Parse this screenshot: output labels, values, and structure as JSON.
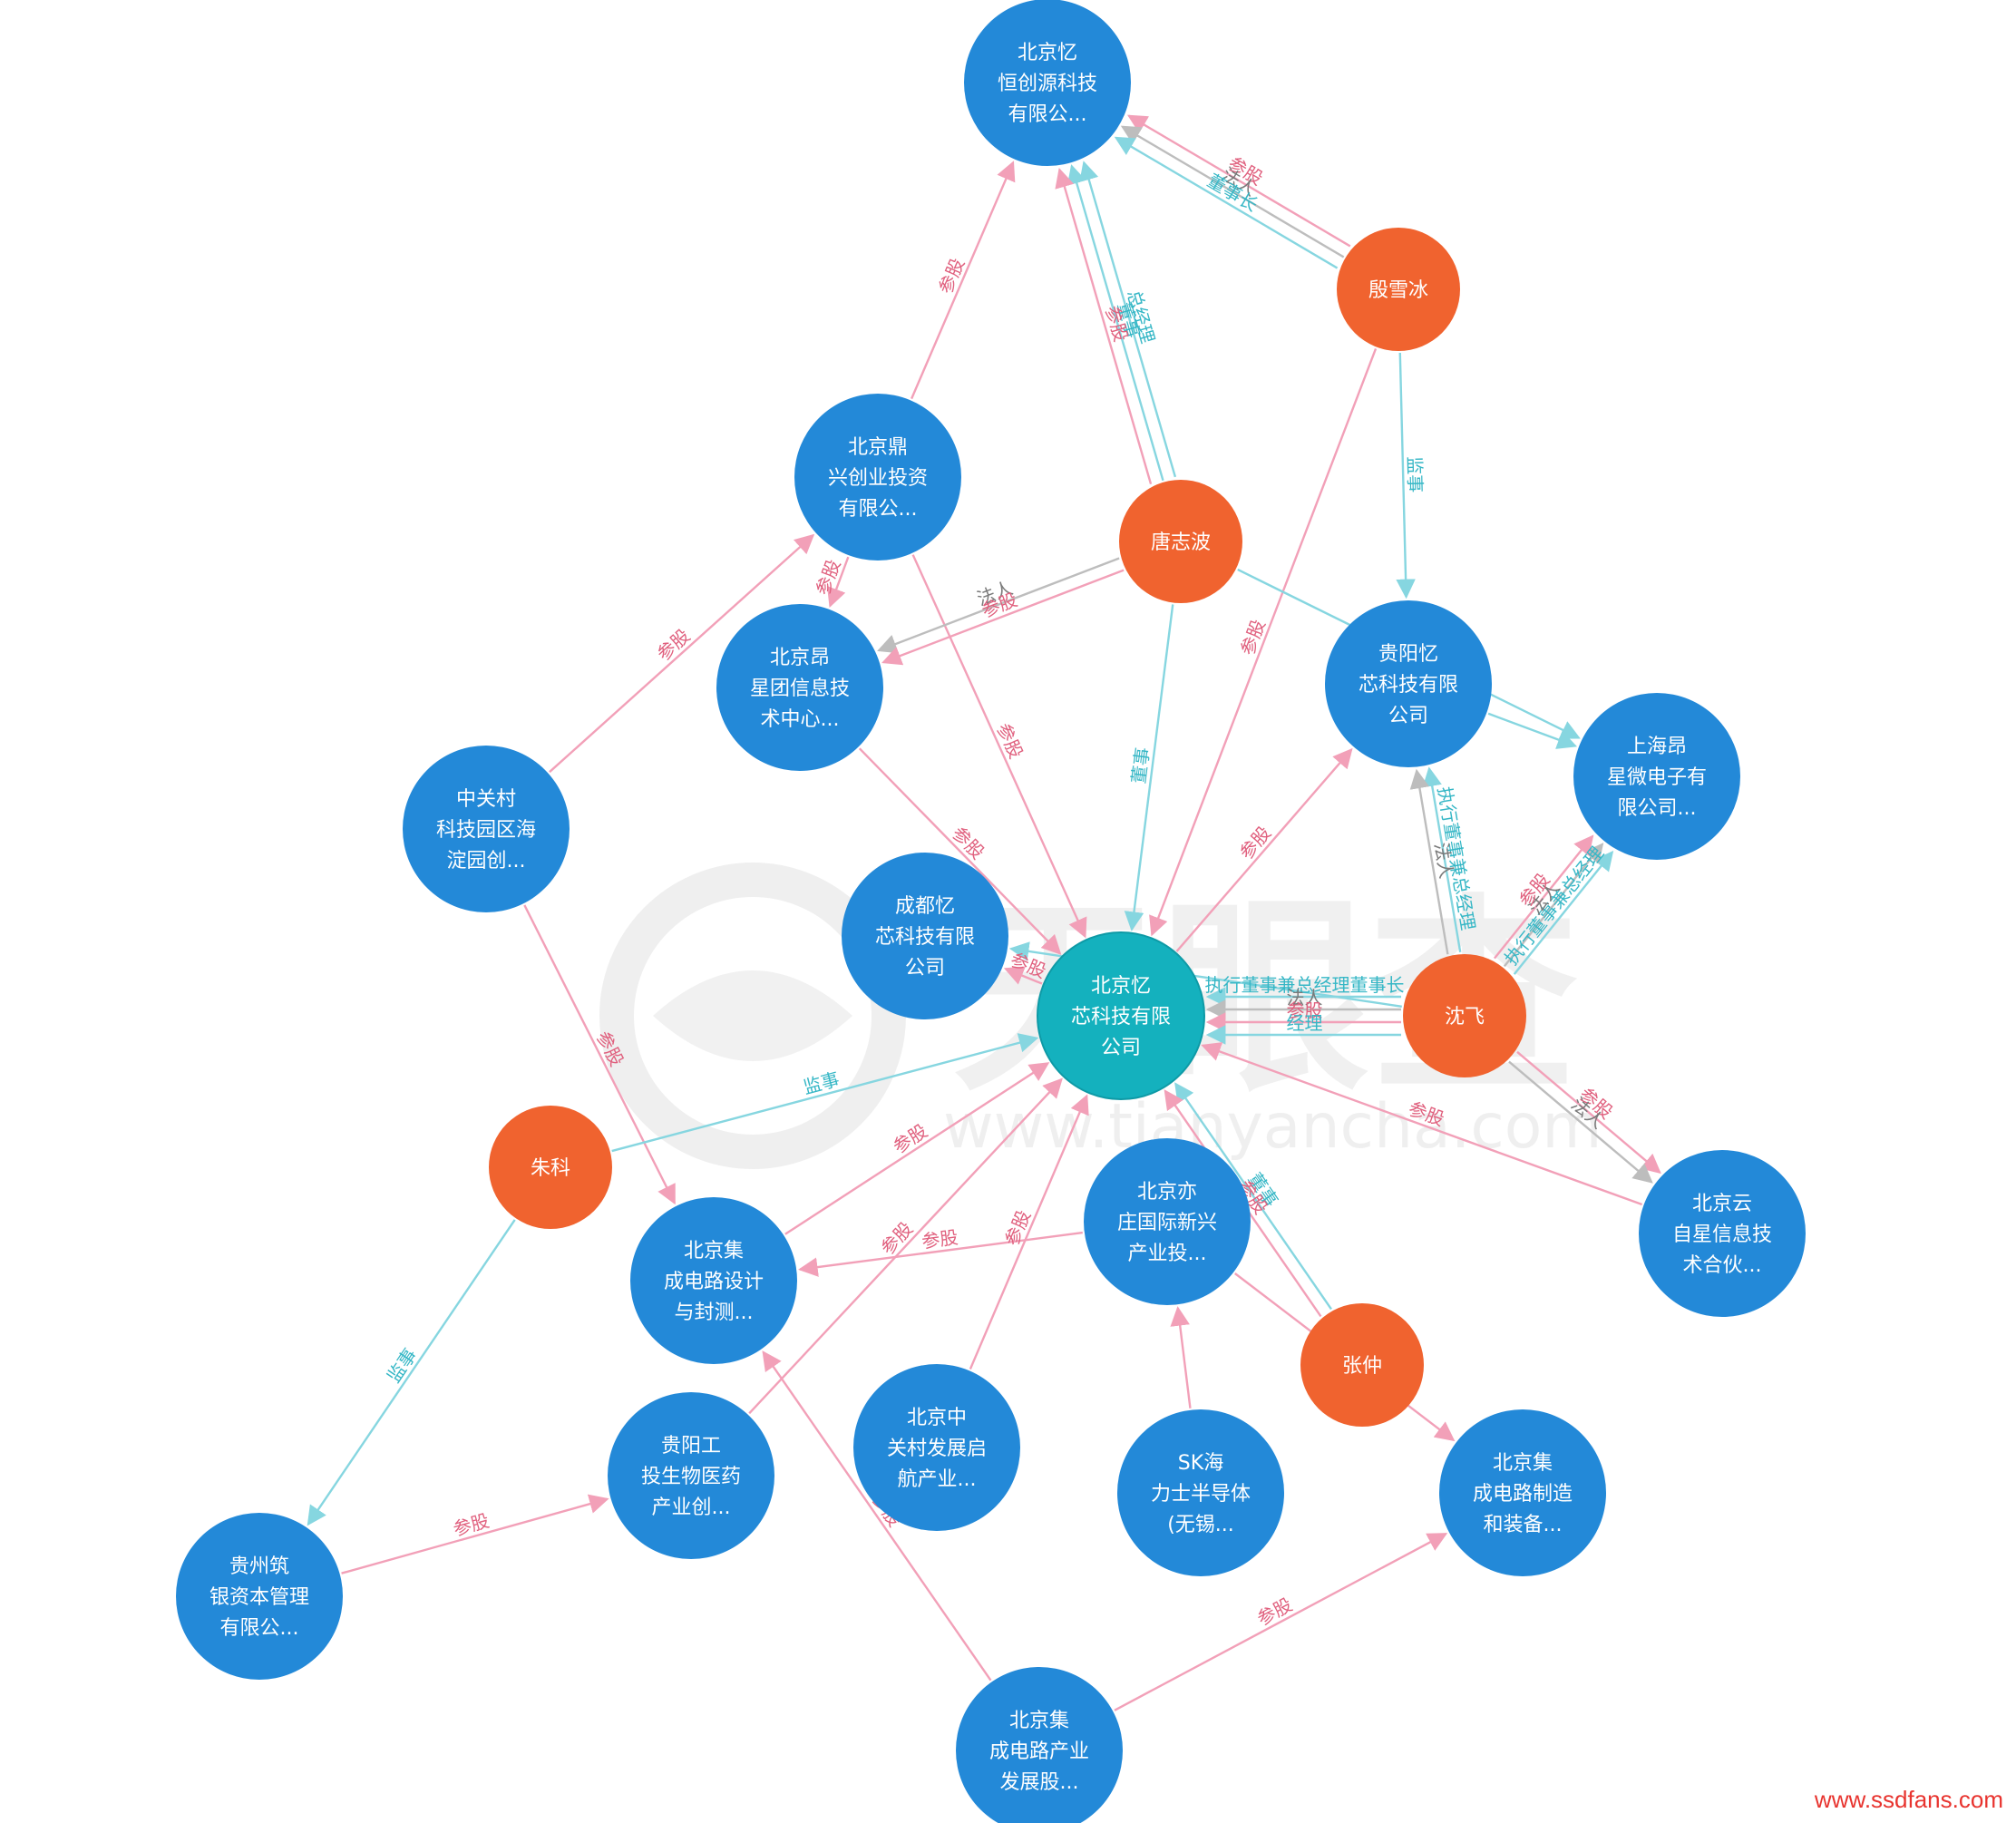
{
  "colors": {
    "company": "#2389d8",
    "person": "#f0632f",
    "focus": "#14b1be",
    "stake": "#f2a0b8",
    "stake_text": "#e0607e",
    "role": "#86d6e0",
    "role_text": "#36b7c6",
    "legal": "#bdbdbd",
    "legal_text": "#7a7a7a",
    "watermark": "#ededed"
  },
  "watermark": {
    "brand": "天眼查",
    "url": "www.tianyancha.com"
  },
  "site_mark": "www.ssdfans.com",
  "nodes": [
    {
      "id": "n_hengchuang",
      "kind": "company",
      "lines": [
        "北京忆",
        "恒创源科技",
        "有限公..."
      ]
    },
    {
      "id": "n_yin",
      "kind": "person",
      "lines": [
        "殷雪冰"
      ]
    },
    {
      "id": "n_dingxing",
      "kind": "company",
      "lines": [
        "北京鼎",
        "兴创业投资",
        "有限公..."
      ]
    },
    {
      "id": "n_tang",
      "kind": "person",
      "lines": [
        "唐志波"
      ]
    },
    {
      "id": "n_angxing",
      "kind": "company",
      "lines": [
        "北京昂",
        "星团信息技",
        "术中心..."
      ]
    },
    {
      "id": "n_guiyang",
      "kind": "company",
      "lines": [
        "贵阳忆",
        "芯科技有限",
        "公司"
      ]
    },
    {
      "id": "n_shanghai",
      "kind": "company",
      "lines": [
        "上海昂",
        "星微电子有",
        "限公司..."
      ]
    },
    {
      "id": "n_zhongguancun",
      "kind": "company",
      "lines": [
        "中关村",
        "科技园区海",
        "淀园创..."
      ]
    },
    {
      "id": "n_chengdu",
      "kind": "company",
      "lines": [
        "成都忆",
        "芯科技有限",
        "公司"
      ]
    },
    {
      "id": "n_main",
      "kind": "focus",
      "lines": [
        "北京忆",
        "芯科技有限",
        "公司"
      ]
    },
    {
      "id": "n_shen",
      "kind": "person",
      "lines": [
        "沈飞"
      ]
    },
    {
      "id": "n_zhu",
      "kind": "person",
      "lines": [
        "朱科"
      ]
    },
    {
      "id": "n_yunzixing",
      "kind": "company",
      "lines": [
        "北京云",
        "自星信息技",
        "术合伙..."
      ]
    },
    {
      "id": "n_yizhuang",
      "kind": "company",
      "lines": [
        "北京亦",
        "庄国际新兴",
        "产业投..."
      ]
    },
    {
      "id": "n_jcsj",
      "kind": "company",
      "lines": [
        "北京集",
        "成电路设计",
        "与封测..."
      ]
    },
    {
      "id": "n_zhang",
      "kind": "person",
      "lines": [
        "张仲"
      ]
    },
    {
      "id": "n_gyg",
      "kind": "company",
      "lines": [
        "贵阳工",
        "投生物医药",
        "产业创..."
      ]
    },
    {
      "id": "n_zgcqh",
      "kind": "company",
      "lines": [
        "北京中",
        "关村发展启",
        "航产业..."
      ]
    },
    {
      "id": "n_sk",
      "kind": "company",
      "lines": [
        "SK海",
        "力士半导体",
        "(无锡..."
      ]
    },
    {
      "id": "n_jczz",
      "kind": "company",
      "lines": [
        "北京集",
        "成电路制造",
        "和装备..."
      ]
    },
    {
      "id": "n_guizhou",
      "kind": "company",
      "lines": [
        "贵州筑",
        "银资本管理",
        "有限公..."
      ]
    },
    {
      "id": "n_jccy",
      "kind": "company",
      "lines": [
        "北京集",
        "成电路产业",
        "发展股..."
      ]
    }
  ],
  "edges": [
    {
      "from": "n_yin",
      "to": "n_hengchuang",
      "type": "stake",
      "label": "参股"
    },
    {
      "from": "n_yin",
      "to": "n_hengchuang",
      "type": "legal",
      "label": "法人"
    },
    {
      "from": "n_yin",
      "to": "n_hengchuang",
      "type": "role",
      "label": "董事长"
    },
    {
      "from": "n_yin",
      "to": "n_guiyang",
      "type": "role",
      "label": "监事"
    },
    {
      "from": "n_yin",
      "to": "n_main",
      "type": "stake",
      "label": "参股"
    },
    {
      "from": "n_dingxing",
      "to": "n_hengchuang",
      "type": "stake",
      "label": "参股"
    },
    {
      "from": "n_dingxing",
      "to": "n_angxing",
      "type": "stake",
      "label": "参股"
    },
    {
      "from": "n_dingxing",
      "to": "n_main",
      "type": "stake",
      "label": "参股"
    },
    {
      "from": "n_tang",
      "to": "n_hengchuang",
      "type": "role",
      "label": "总经理"
    },
    {
      "from": "n_tang",
      "to": "n_hengchuang",
      "type": "role",
      "label": "董事"
    },
    {
      "from": "n_tang",
      "to": "n_hengchuang",
      "type": "stake",
      "label": "参股"
    },
    {
      "from": "n_tang",
      "to": "n_angxing",
      "type": "legal",
      "label": "法人"
    },
    {
      "from": "n_tang",
      "to": "n_angxing",
      "type": "stake",
      "label": "参股"
    },
    {
      "from": "n_tang",
      "to": "n_main",
      "type": "role",
      "label": "董事"
    },
    {
      "from": "n_tang",
      "to": "n_shanghai",
      "type": "role",
      "label": ""
    },
    {
      "from": "n_angxing",
      "to": "n_main",
      "type": "stake",
      "label": "参股"
    },
    {
      "from": "n_zhongguancun",
      "to": "n_dingxing",
      "type": "stake",
      "label": "参股"
    },
    {
      "from": "n_zhongguancun",
      "to": "n_jcsj",
      "type": "stake",
      "label": "参股"
    },
    {
      "from": "n_main",
      "to": "n_guiyang",
      "type": "stake",
      "label": "参股"
    },
    {
      "from": "n_main",
      "to": "n_chengdu",
      "type": "stake",
      "label": "参股"
    },
    {
      "from": "n_shen",
      "to": "n_guiyang",
      "type": "role",
      "label": "执行董事兼总经理"
    },
    {
      "from": "n_shen",
      "to": "n_guiyang",
      "type": "legal",
      "label": "法人"
    },
    {
      "from": "n_shen",
      "to": "n_shanghai",
      "type": "role",
      "label": "执行董事兼总经理"
    },
    {
      "from": "n_shen",
      "to": "n_shanghai",
      "type": "legal",
      "label": "法人"
    },
    {
      "from": "n_shen",
      "to": "n_shanghai",
      "type": "stake",
      "label": "参股"
    },
    {
      "from": "n_shen",
      "to": "n_main",
      "type": "role",
      "label": "执行董事兼总经理董事长"
    },
    {
      "from": "n_shen",
      "to": "n_main",
      "type": "legal",
      "label": "法人"
    },
    {
      "from": "n_shen",
      "to": "n_main",
      "type": "stake",
      "label": "参股"
    },
    {
      "from": "n_shen",
      "to": "n_main",
      "type": "role",
      "label": "经理"
    },
    {
      "from": "n_shen",
      "to": "n_chengdu",
      "type": "role",
      "label": ""
    },
    {
      "from": "n_shen",
      "to": "n_yunzixing",
      "type": "stake",
      "label": "参股"
    },
    {
      "from": "n_shen",
      "to": "n_yunzixing",
      "type": "legal",
      "label": "法人"
    },
    {
      "from": "n_guiyang",
      "to": "n_shanghai",
      "type": "role",
      "label": ""
    },
    {
      "from": "n_yunzixing",
      "to": "n_main",
      "type": "stake",
      "label": "参股"
    },
    {
      "from": "n_zhu",
      "to": "n_main",
      "type": "role",
      "label": "监事"
    },
    {
      "from": "n_zhu",
      "to": "n_guizhou",
      "type": "role",
      "label": "监事"
    },
    {
      "from": "n_yizhuang",
      "to": "n_jcsj",
      "type": "stake",
      "label": "参股"
    },
    {
      "from": "n_yizhuang",
      "to": "n_jczz",
      "type": "stake",
      "label": ""
    },
    {
      "from": "n_sk",
      "to": "n_yizhuang",
      "type": "stake",
      "label": ""
    },
    {
      "from": "n_jcsj",
      "to": "n_main",
      "type": "stake",
      "label": "参股"
    },
    {
      "from": "n_gyg",
      "to": "n_main",
      "type": "stake",
      "label": "参股"
    },
    {
      "from": "n_zgcqh",
      "to": "n_main",
      "type": "stake",
      "label": "参股"
    },
    {
      "from": "n_zhang",
      "to": "n_main",
      "type": "role",
      "label": "董事"
    },
    {
      "from": "n_zhang",
      "to": "n_main",
      "type": "stake",
      "label": "参股"
    },
    {
      "from": "n_guizhou",
      "to": "n_gyg",
      "type": "stake",
      "label": "参股"
    },
    {
      "from": "n_jccy",
      "to": "n_jczz",
      "type": "stake",
      "label": "参股"
    },
    {
      "from": "n_jccy",
      "to": "n_jcsj",
      "type": "stake",
      "label": "参股"
    }
  ]
}
